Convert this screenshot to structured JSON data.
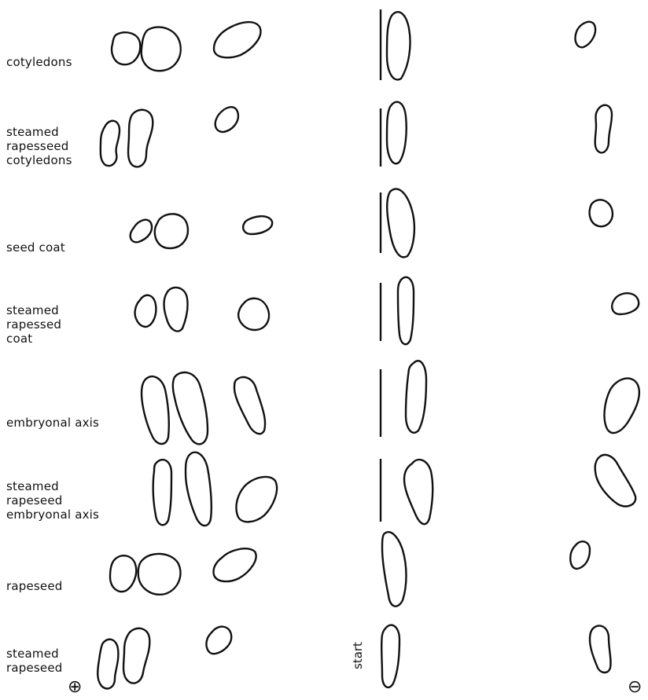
{
  "rows": [
    {
      "label": [
        "cotyledons"
      ]
    },
    {
      "label": [
        "steamed",
        "rapesseed",
        "cotyledons"
      ]
    },
    {
      "label": [
        "seed coat"
      ]
    },
    {
      "label": [
        "steamed",
        "rapessed",
        "coat"
      ]
    },
    {
      "label": [
        "embryonal axis"
      ]
    },
    {
      "label": [
        "steamed",
        "rapeseed",
        "embryonal axis"
      ]
    },
    {
      "label": [
        "rapeseed"
      ]
    },
    {
      "label": [
        "steamed",
        "rapeseed"
      ]
    }
  ],
  "start_label": "start",
  "anode_symbol": "⊕",
  "cathode_symbol": "⊖"
}
